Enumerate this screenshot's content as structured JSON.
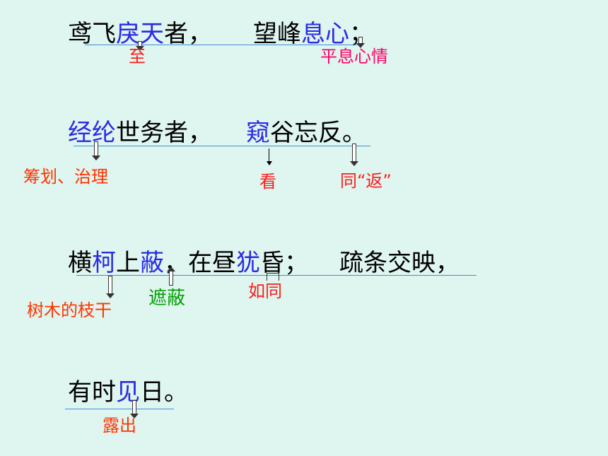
{
  "line1": {
    "part_a": "鸢飞",
    "part_b": "戾天",
    "part_c": "者，",
    "part_d": "望峰",
    "part_e": "息心",
    "part_f": "；"
  },
  "line2": {
    "part_a": "经纶",
    "part_b": "世务者，",
    "part_c": "窥",
    "part_d": "谷忘反。"
  },
  "line3": {
    "part_a": "横",
    "part_b": "柯",
    "part_c": "上",
    "part_d": "蔽",
    "part_e": "，在昼",
    "part_f": "犹",
    "part_g": "昏；",
    "part_h": "疏条交映，"
  },
  "line4": {
    "part_a": "有时",
    "part_b": "见",
    "part_c": "日。"
  },
  "notes": {
    "li": "至",
    "xixin": "平息心情",
    "jinglun": "筹划、治理",
    "kui": "看",
    "fan": "同“返”",
    "ke": "树木的枝干",
    "bi": "遮蔽",
    "you": "如同",
    "jian": "露出"
  },
  "colors": {
    "background": "#dff5ef",
    "keyword": "#2a2ae6",
    "underline": "#3b8fd8"
  }
}
